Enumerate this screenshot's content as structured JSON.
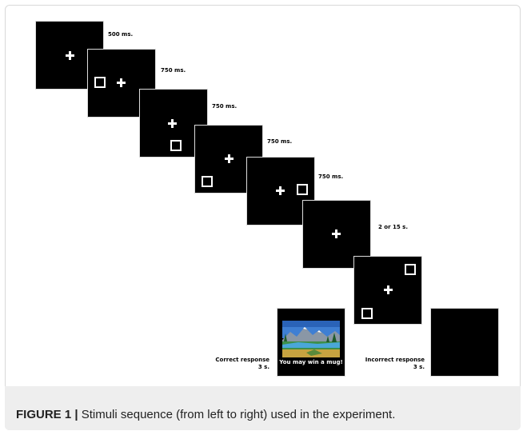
{
  "caption": {
    "label": "FIGURE 1 |",
    "text": " Stimuli sequence (from left to right) used in the experiment."
  },
  "durations": {
    "screen1": "500 ms.",
    "screen2": "750 ms.",
    "screen3": "750 ms.",
    "screen4": "750 ms.",
    "screen5": "750 ms.",
    "screen6": "2 or 15 s."
  },
  "responses": {
    "correct_label": "Correct response",
    "correct_time": "3 s.",
    "incorrect_label": "Incorrect response",
    "incorrect_time": "3 s.",
    "reward_text": "You may win a mug!"
  },
  "colors": {
    "screen": "#000000",
    "stimulus": "#ffffff",
    "caption_bg": "#eeeeee"
  }
}
